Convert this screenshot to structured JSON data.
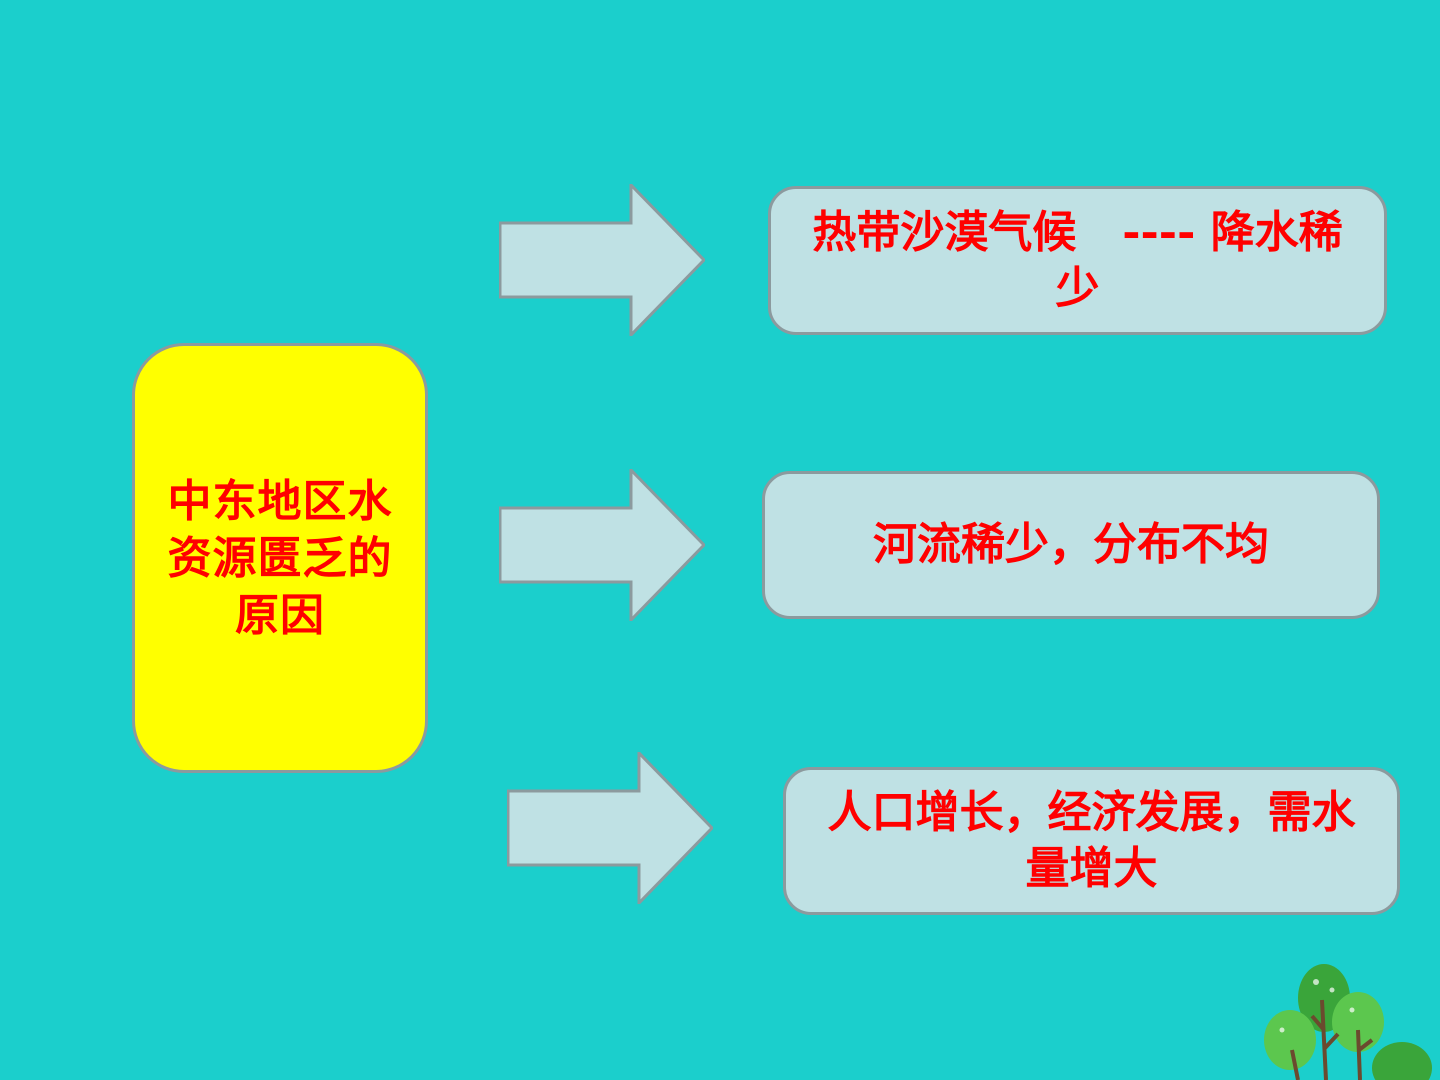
{
  "colors": {
    "background": "#1bcfcc",
    "main_box_fill": "#ffff00",
    "reason_box_fill": "#bfe1e4",
    "arrow_fill": "#bfe1e4",
    "text_red": "#ff0000",
    "border_gray": "#8c9a9e",
    "tree_green": "#5cc74e",
    "tree_dark_green": "#3aa53a",
    "tree_trunk": "#6b4a2e"
  },
  "main": {
    "label": "中东地区水资源匮乏的原因"
  },
  "reasons": [
    {
      "text": "热带沙漠气候   ---- 降水稀少"
    },
    {
      "text": "河流稀少，分布不均"
    },
    {
      "text": "人口增长，经济发展，需水量增大"
    }
  ],
  "decoration": {
    "icon": "tree-cluster-icon"
  }
}
